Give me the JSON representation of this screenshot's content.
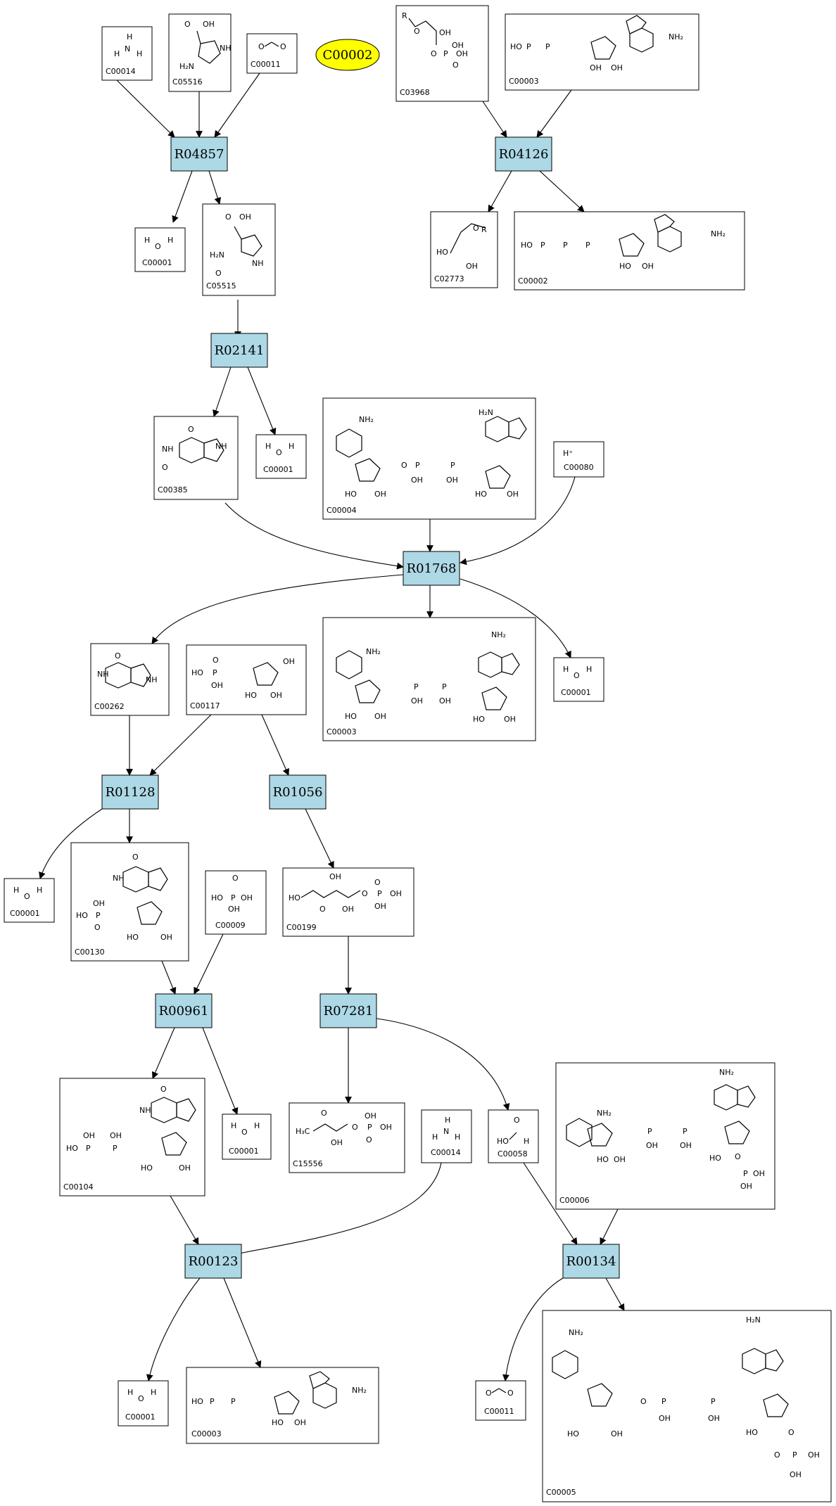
{
  "colors": {
    "reaction_fill": "#add8e6",
    "highlight_fill": "#ffff00",
    "stroke": "#000000"
  },
  "reactions": [
    {
      "id": "r04857",
      "label": "R04857"
    },
    {
      "id": "r04126",
      "label": "R04126"
    },
    {
      "id": "r02141",
      "label": "R02141"
    },
    {
      "id": "r01768",
      "label": "R01768"
    },
    {
      "id": "r01128",
      "label": "R01128"
    },
    {
      "id": "r01056",
      "label": "R01056"
    },
    {
      "id": "r00961",
      "label": "R00961"
    },
    {
      "id": "r07281",
      "label": "R07281"
    },
    {
      "id": "r00123",
      "label": "R00123"
    },
    {
      "id": "r00134",
      "label": "R00134"
    }
  ],
  "highlight": {
    "label": "C00002"
  },
  "compounds": [
    {
      "id": "c00014a",
      "label": "C00014"
    },
    {
      "id": "c05516",
      "label": "C05516"
    },
    {
      "id": "c00011a",
      "label": "C00011"
    },
    {
      "id": "c03968",
      "label": "C03968"
    },
    {
      "id": "c00003a",
      "label": "C00003"
    },
    {
      "id": "c00001a",
      "label": "C00001"
    },
    {
      "id": "c05515",
      "label": "C05515"
    },
    {
      "id": "c02773",
      "label": "C02773"
    },
    {
      "id": "c00002",
      "label": "C00002"
    },
    {
      "id": "c00385",
      "label": "C00385"
    },
    {
      "id": "c00001b",
      "label": "C00001"
    },
    {
      "id": "c00004",
      "label": "C00004"
    },
    {
      "id": "c00080",
      "label": "C00080"
    },
    {
      "id": "c00262",
      "label": "C00262"
    },
    {
      "id": "c00117",
      "label": "C00117"
    },
    {
      "id": "c00003b",
      "label": "C00003"
    },
    {
      "id": "c00001c",
      "label": "C00001"
    },
    {
      "id": "c00001d",
      "label": "C00001"
    },
    {
      "id": "c00130",
      "label": "C00130"
    },
    {
      "id": "c00009",
      "label": "C00009"
    },
    {
      "id": "c00199",
      "label": "C00199"
    },
    {
      "id": "c00104",
      "label": "C00104"
    },
    {
      "id": "c00001e",
      "label": "C00001"
    },
    {
      "id": "c15556",
      "label": "C15556"
    },
    {
      "id": "c00014b",
      "label": "C00014"
    },
    {
      "id": "c00058",
      "label": "C00058"
    },
    {
      "id": "c00006",
      "label": "C00006"
    },
    {
      "id": "c00001f",
      "label": "C00001"
    },
    {
      "id": "c00003c",
      "label": "C00003"
    },
    {
      "id": "c00011b",
      "label": "C00011"
    },
    {
      "id": "c00005",
      "label": "C00005"
    }
  ],
  "structure_text": {
    "nh3_n": "N",
    "nh3_h": "H",
    "h2o_o": "O",
    "h2o_h": "H",
    "co_o": "O",
    "oh": "OH",
    "h2n": "H₂N",
    "nh2": "NH₂",
    "h2n_top": "H₂N",
    "nh": "NH",
    "o": "O",
    "p": "P",
    "r": "R",
    "ho": "HO",
    "h_plus": "H⁺",
    "ch3": "H₃C"
  }
}
